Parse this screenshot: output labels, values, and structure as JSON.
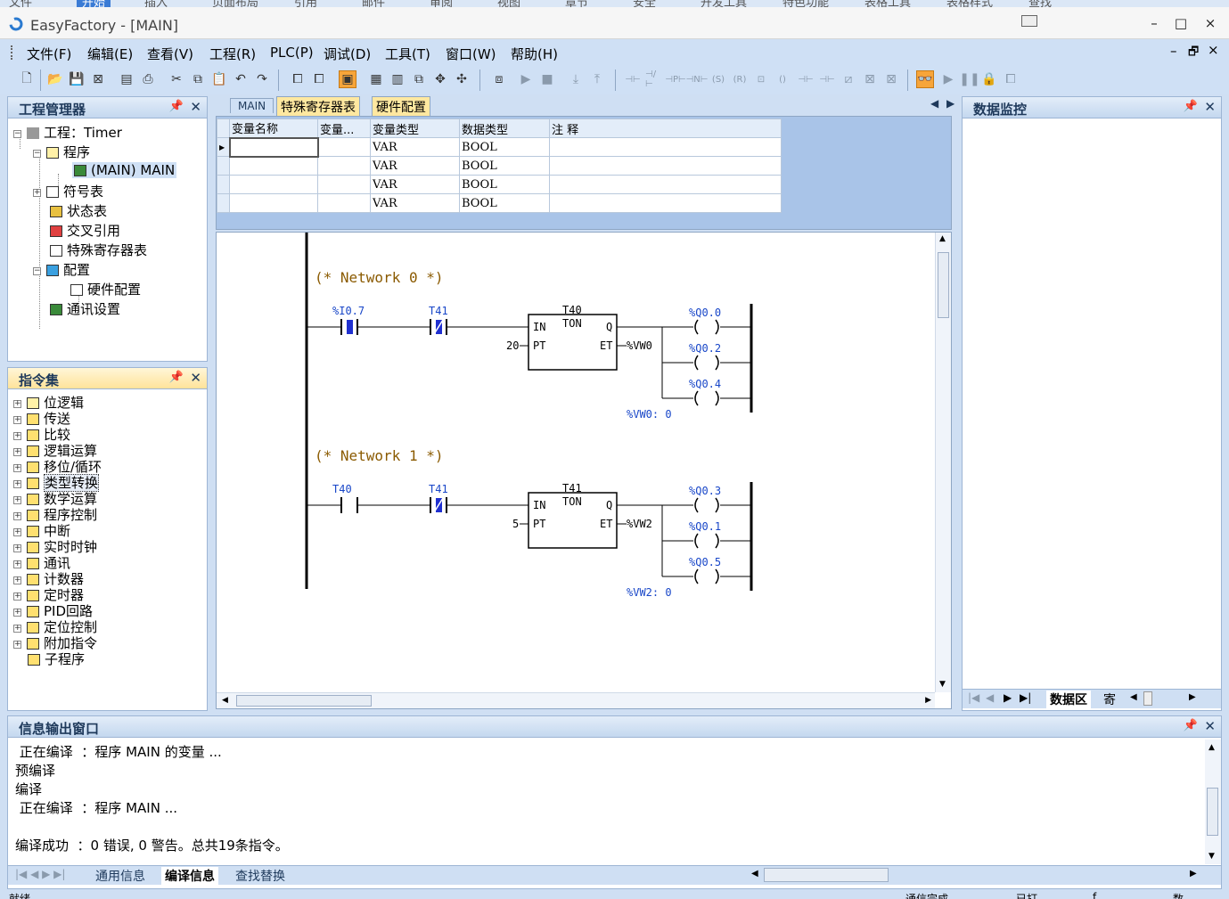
{
  "app": {
    "title": "EasyFactory - [MAIN]"
  },
  "ribbon_tabs": [
    "文件",
    "开始",
    "插入",
    "页面布局",
    "引用",
    "邮件",
    "审阅",
    "视图",
    "章节",
    "安全",
    "开发工具",
    "特色功能",
    "表格工具",
    "表格样式",
    "查找"
  ],
  "window_controls": {
    "minimize": "–",
    "maximize": "□",
    "close": "×"
  },
  "menu": [
    "文件(F)",
    "编辑(E)",
    "查看(V)",
    "工程(R)",
    "PLC(P)",
    "调试(D)",
    "工具(T)",
    "窗口(W)",
    "帮助(H)"
  ],
  "mdi_controls": {
    "minimize": "–",
    "restore": "🗗",
    "close": "×"
  },
  "project_panel": {
    "title": "工程管理器",
    "tree": [
      {
        "label": "工程：Timer",
        "icon": "project-icon"
      },
      {
        "label": "程序",
        "icon": "folder-icon"
      },
      {
        "label": "(MAIN)  MAIN",
        "icon": "program-icon"
      },
      {
        "label": "符号表",
        "icon": "symbol-table-icon"
      },
      {
        "label": "状态表",
        "icon": "status-table-icon"
      },
      {
        "label": "交叉引用",
        "icon": "cross-reference-icon"
      },
      {
        "label": "特殊寄存器表",
        "icon": "register-table-icon"
      },
      {
        "label": "配置",
        "icon": "config-icon"
      },
      {
        "label": "硬件配置",
        "icon": "hardware-icon"
      },
      {
        "label": "通讯设置",
        "icon": "communication-icon"
      }
    ]
  },
  "instruction_panel": {
    "title": "指令集",
    "items": [
      "位逻辑",
      "传送",
      "比较",
      "逻辑运算",
      "移位/循环",
      "类型转换",
      "数学运算",
      "程序控制",
      "中断",
      "实时时钟",
      "通讯",
      "计数器",
      "定时器",
      "PID回路",
      "定位控制",
      "附加指令",
      "子程序"
    ]
  },
  "editor": {
    "tabs": [
      "MAIN",
      "特殊寄存器表",
      "硬件配置"
    ],
    "var_table": {
      "headers": [
        "变量名称",
        "变量...",
        "变量类型",
        "数据类型",
        "注  释"
      ],
      "rows": [
        [
          "",
          "",
          "VAR",
          "BOOL",
          ""
        ],
        [
          "",
          "",
          "VAR",
          "BOOL",
          ""
        ],
        [
          "",
          "",
          "VAR",
          "BOOL",
          ""
        ],
        [
          "",
          "",
          "VAR",
          "BOOL",
          ""
        ]
      ]
    },
    "networks": [
      {
        "title": "(* Network 0 *)",
        "contact1": "%I0.7",
        "contact2": "T41",
        "timer": "T40",
        "timer_type": "TON",
        "pt_value": "20",
        "et_out": "%VW0",
        "coils": [
          "%Q0.0",
          "%Q0.2",
          "%Q0.4"
        ],
        "monitor": "%VW0: 0"
      },
      {
        "title": "(* Network 1 *)",
        "contact1": "T40",
        "contact2": "T41",
        "timer": "T41",
        "timer_type": "TON",
        "pt_value": "5",
        "et_out": "%VW2",
        "coils": [
          "%Q0.3",
          "%Q0.1",
          "%Q0.5"
        ],
        "monitor": "%VW2: 0"
      }
    ],
    "pins": {
      "in": "IN",
      "pt": "PT",
      "q": "Q",
      "et": "ET"
    }
  },
  "monitor_panel": {
    "title": "数据监控",
    "tabs": [
      "数据区",
      "寄"
    ]
  },
  "output_panel": {
    "title": "信息输出窗口",
    "lines": [
      " 正在编译  ：程序 MAIN 的变量 ...",
      "预编译",
      "编译",
      " 正在编译  ：程序 MAIN ...",
      "",
      "编译成功  ：0 错误, 0 警告。总共19条指令。"
    ],
    "tabs": [
      "通用信息",
      "编译信息",
      "查找替换"
    ]
  },
  "status_bar": [
    "就绪",
    "通信完成",
    "已打…",
    "f…",
    "数…"
  ],
  "colors": {
    "accent": "#1846c8",
    "panel_bg": "#cfdff3",
    "grid_blue": "#a9c4e8"
  }
}
